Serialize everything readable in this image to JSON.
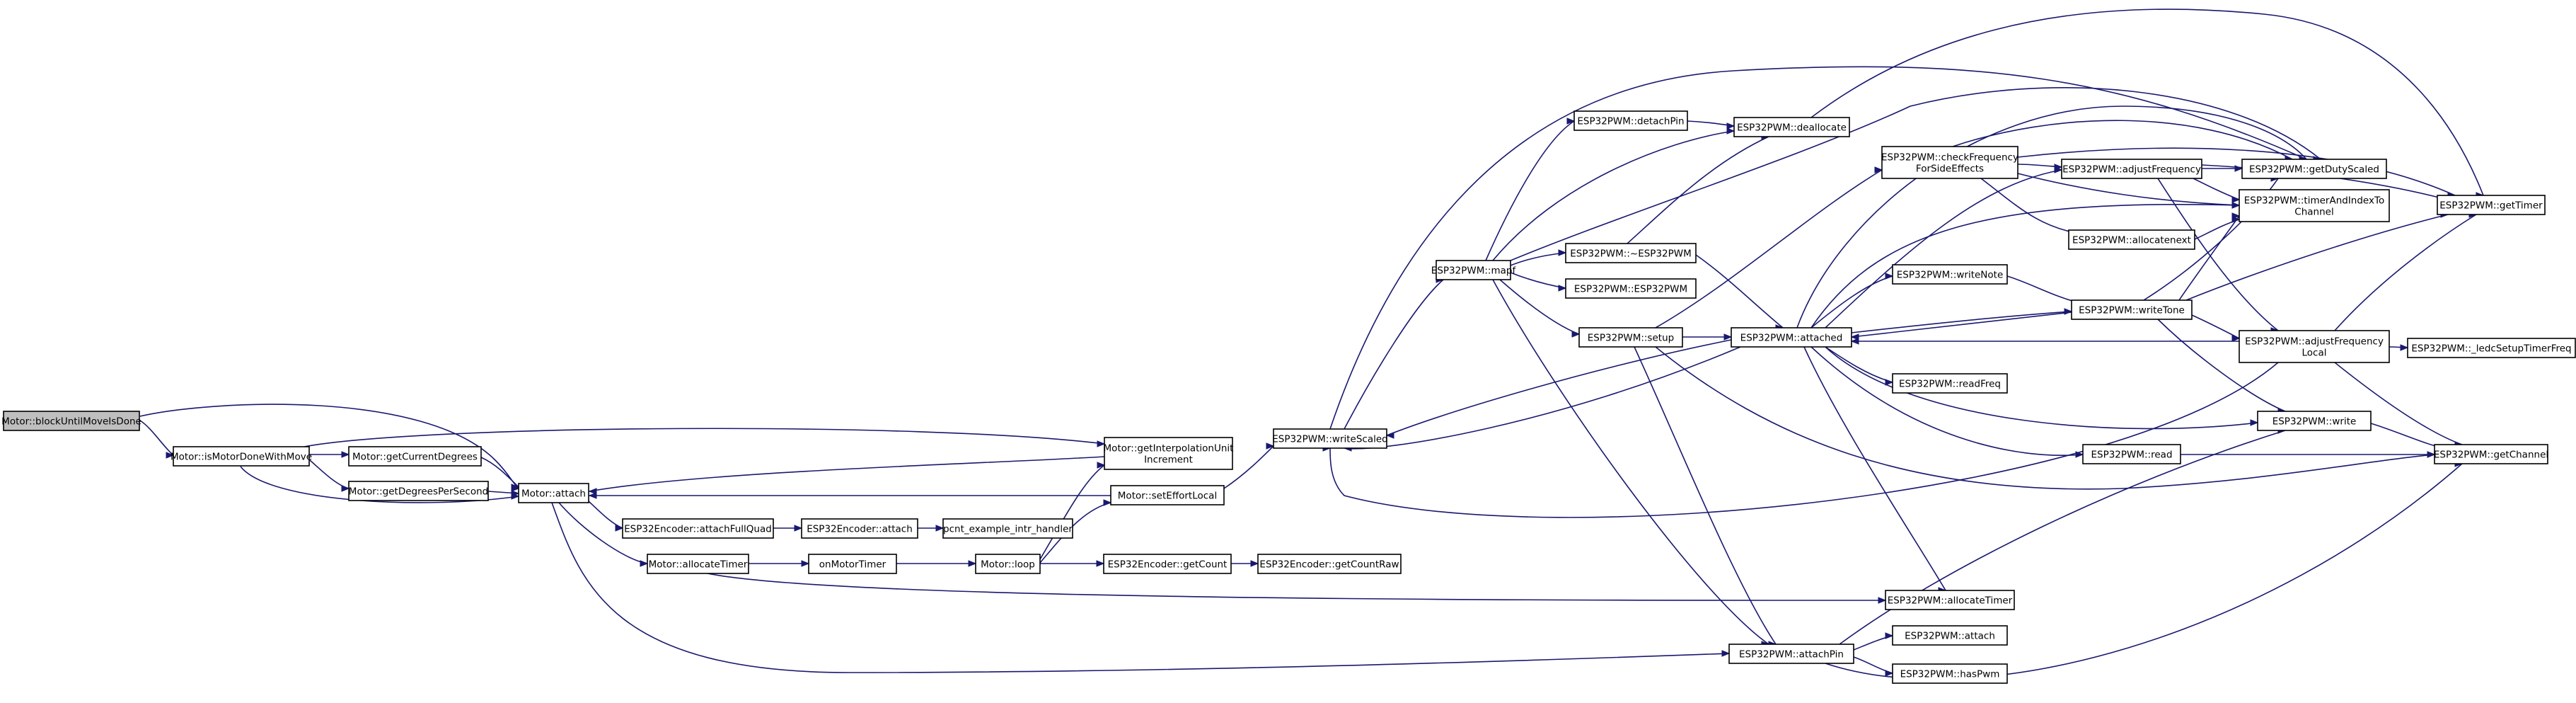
{
  "diagram": {
    "colors": {
      "edge": "#191970",
      "root_fill": "#bfbfbf",
      "node_fill": "#ffffff",
      "border": "#000000"
    },
    "nodes": [
      {
        "id": "root",
        "lines": [
          "Motor::blockUntilMoveIsDone"
        ],
        "root": true
      },
      {
        "id": "isMotorDone",
        "lines": [
          "Motor::isMotorDoneWithMove"
        ]
      },
      {
        "id": "getCurrentDegrees",
        "lines": [
          "Motor::getCurrentDegrees"
        ]
      },
      {
        "id": "getDegreesPerSecond",
        "lines": [
          "Motor::getDegreesPerSecond"
        ]
      },
      {
        "id": "attach",
        "lines": [
          "Motor::attach"
        ]
      },
      {
        "id": "getInterp",
        "lines": [
          "Motor::getInterpolationUnit",
          "Increment"
        ]
      },
      {
        "id": "setEffortLocal",
        "lines": [
          "Motor::setEffortLocal"
        ]
      },
      {
        "id": "encAttachFullQuad",
        "lines": [
          "ESP32Encoder::attachFullQuad"
        ]
      },
      {
        "id": "encAttach",
        "lines": [
          "ESP32Encoder::attach"
        ]
      },
      {
        "id": "pcnt",
        "lines": [
          "pcnt_example_intr_handler"
        ]
      },
      {
        "id": "allocateTimerMotor",
        "lines": [
          "Motor::allocateTimer"
        ]
      },
      {
        "id": "onMotorTimer",
        "lines": [
          "onMotorTimer"
        ]
      },
      {
        "id": "loop",
        "lines": [
          "Motor::loop"
        ]
      },
      {
        "id": "encGetCount",
        "lines": [
          "ESP32Encoder::getCount"
        ]
      },
      {
        "id": "encGetCountRaw",
        "lines": [
          "ESP32Encoder::getCountRaw"
        ]
      },
      {
        "id": "writeScaled",
        "lines": [
          "ESP32PWM::writeScaled"
        ]
      },
      {
        "id": "mapf",
        "lines": [
          "ESP32PWM::mapf"
        ]
      },
      {
        "id": "detachPin",
        "lines": [
          "ESP32PWM::detachPin"
        ]
      },
      {
        "id": "deallocate",
        "lines": [
          "ESP32PWM::deallocate"
        ]
      },
      {
        "id": "dtor",
        "lines": [
          "ESP32PWM::~ESP32PWM"
        ]
      },
      {
        "id": "ctor",
        "lines": [
          "ESP32PWM::ESP32PWM"
        ]
      },
      {
        "id": "setup",
        "lines": [
          "ESP32PWM::setup"
        ]
      },
      {
        "id": "attached",
        "lines": [
          "ESP32PWM::attached"
        ]
      },
      {
        "id": "checkFreq",
        "lines": [
          "ESP32PWM::checkFrequency",
          "ForSideEffects"
        ]
      },
      {
        "id": "writeNote",
        "lines": [
          "ESP32PWM::writeNote"
        ]
      },
      {
        "id": "readFreq",
        "lines": [
          "ESP32PWM::readFreq"
        ]
      },
      {
        "id": "allocateTimerPwm",
        "lines": [
          "ESP32PWM::allocateTimer"
        ]
      },
      {
        "id": "attachPin",
        "lines": [
          "ESP32PWM::attachPin"
        ]
      },
      {
        "id": "pwmAttach",
        "lines": [
          "ESP32PWM::attach"
        ]
      },
      {
        "id": "hasPwm",
        "lines": [
          "ESP32PWM::hasPwm"
        ]
      },
      {
        "id": "adjustFreq",
        "lines": [
          "ESP32PWM::adjustFrequency"
        ]
      },
      {
        "id": "allocatenext",
        "lines": [
          "ESP32PWM::allocatenext"
        ]
      },
      {
        "id": "writeTone",
        "lines": [
          "ESP32PWM::writeTone"
        ]
      },
      {
        "id": "read",
        "lines": [
          "ESP32PWM::read"
        ]
      },
      {
        "id": "getDutyScaled",
        "lines": [
          "ESP32PWM::getDutyScaled"
        ]
      },
      {
        "id": "timerAndIndex",
        "lines": [
          "ESP32PWM::timerAndIndexTo",
          "Channel"
        ]
      },
      {
        "id": "adjustFreqLocal",
        "lines": [
          "ESP32PWM::adjustFrequency",
          "Local"
        ]
      },
      {
        "id": "write",
        "lines": [
          "ESP32PWM::write"
        ]
      },
      {
        "id": "getTimer",
        "lines": [
          "ESP32PWM::getTimer"
        ]
      },
      {
        "id": "ledc",
        "lines": [
          "ESP32PWM::_ledcSetupTimerFreq"
        ]
      },
      {
        "id": "getChannel",
        "lines": [
          "ESP32PWM::getChannel"
        ]
      }
    ]
  }
}
